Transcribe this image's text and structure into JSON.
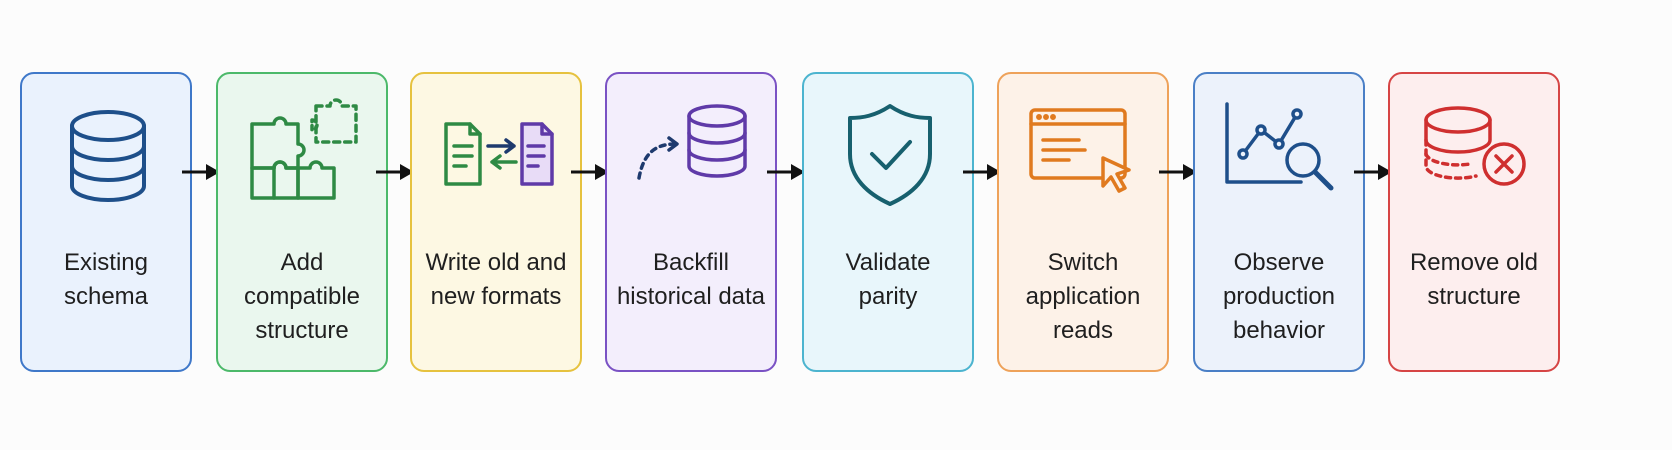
{
  "steps": [
    {
      "label": "Existing\nschema",
      "icon": "database-icon",
      "color": "#1e4f8a",
      "border": "#3f78c9",
      "bg": "#eaf2fd"
    },
    {
      "label": "Add\ncompatible\nstructure",
      "icon": "puzzle-icon",
      "color": "#2e8a44",
      "border": "#4cb96a",
      "bg": "#eaf7ee"
    },
    {
      "label": "Write old and\nnew formats",
      "icon": "dual-write-icon",
      "color": "#2e8a44",
      "border": "#e6c23f",
      "bg": "#fdf8e3"
    },
    {
      "label": "Backfill\nhistorical data",
      "icon": "backfill-icon",
      "color": "#5f3aa8",
      "border": "#7a52c4",
      "bg": "#f3eefc"
    },
    {
      "label": "Validate\nparity",
      "icon": "shield-check-icon",
      "color": "#17606e",
      "border": "#4cb4cf",
      "bg": "#e8f6fb"
    },
    {
      "label": "Switch\napplication\nreads",
      "icon": "browser-cursor-icon",
      "color": "#e07a1f",
      "border": "#eea25a",
      "bg": "#fdf2e8"
    },
    {
      "label": "Observe\nproduction\nbehavior",
      "icon": "chart-magnifier-icon",
      "color": "#1e4f8a",
      "border": "#4a7fc6",
      "bg": "#ecf2fb"
    },
    {
      "label": "Remove old\nstructure",
      "icon": "database-remove-icon",
      "color": "#cf2f2f",
      "border": "#d64545",
      "bg": "#fdeeee"
    }
  ]
}
